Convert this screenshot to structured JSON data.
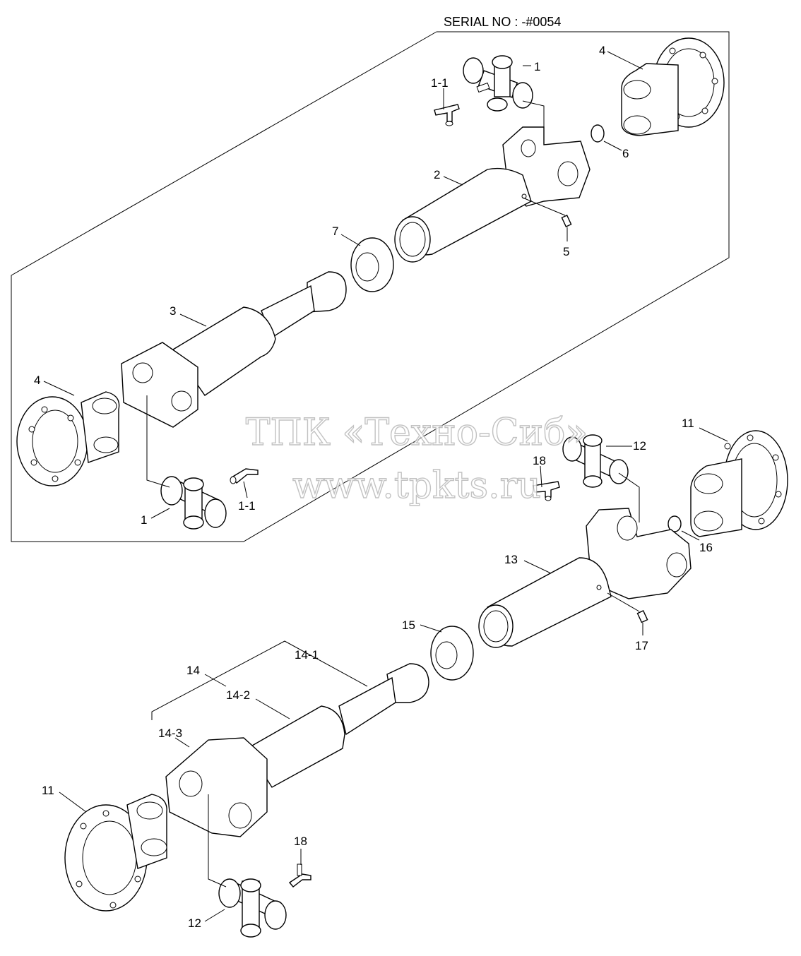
{
  "header": {
    "serial": "SERIAL NO : -#0054"
  },
  "watermark": {
    "line1": "ТПК «Техно-Сиб»",
    "line2": "www.tpkts.ru"
  },
  "callouts": {
    "top": {
      "c1a": "1",
      "c1b": "1",
      "c11a": "1-1",
      "c11b": "1-1",
      "c2": "2",
      "c3": "3",
      "c4a": "4",
      "c4b": "4",
      "c5": "5",
      "c6": "6",
      "c7": "7"
    },
    "bottom": {
      "c11a": "11",
      "c11b": "11",
      "c12a": "12",
      "c12b": "12",
      "c13": "13",
      "c14": "14",
      "c141": "14-1",
      "c142": "14-2",
      "c143": "14-3",
      "c15": "15",
      "c16": "16",
      "c17": "17",
      "c18a": "18",
      "c18b": "18"
    }
  }
}
